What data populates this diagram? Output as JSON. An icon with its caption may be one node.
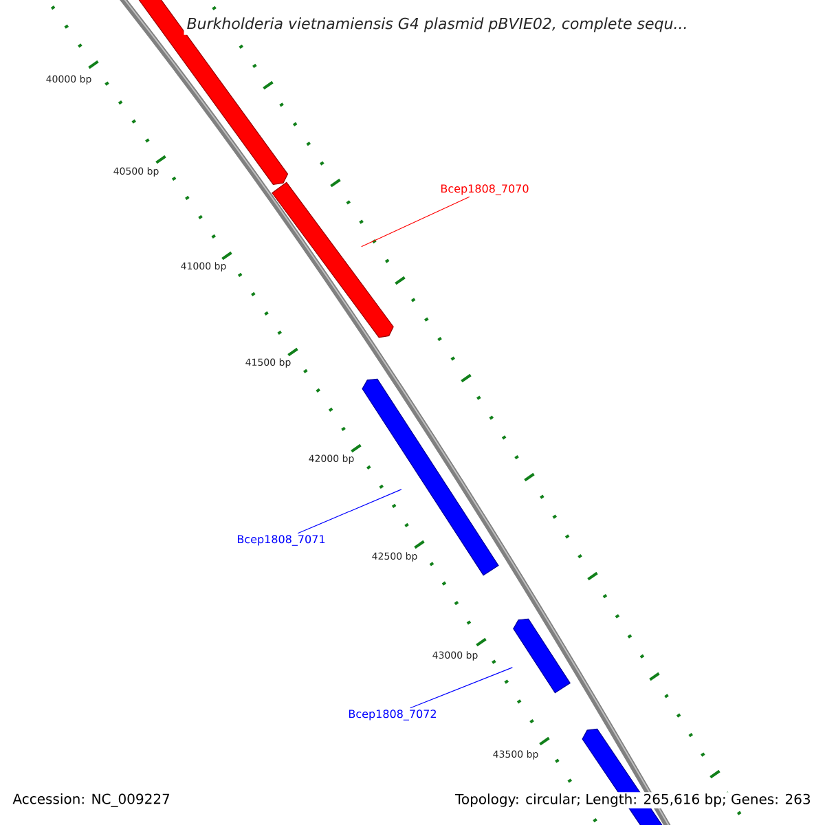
{
  "diagram": {
    "title": "Burkholderia vietnamiensis G4 plasmid pBVIE02, complete sequ...",
    "nodes": [
      {
        "text": [],
        "shape": "bar"
      },
      {
        "text": [],
        "shape": "bar"
      },
      {
        "text": [
          "Bcep1808_7070"
        ]
      },
      {
        "text": [],
        "shape": "bar"
      },
      {
        "text": [
          "Bcep1808_7071"
        ]
      },
      {
        "text": [],
        "shape": "bar"
      },
      {
        "text": [
          "Bcep1808_7072"
        ]
      },
      {
        "text": [],
        "shape": "bar"
      }
    ],
    "edges": [
      {
        "from": 2,
        "to": 1,
        "arrow": "none",
        "color": "#ff0000"
      },
      {
        "from": 4,
        "to": 3,
        "arrow": "none",
        "color": "#0000ff"
      },
      {
        "from": 6,
        "to": 5,
        "arrow": "none",
        "color": "#0000ff"
      }
    ],
    "labels": [
      "40000 bp",
      "40500 bp",
      "41000 bp",
      "41500 bp",
      "42000 bp",
      "42500 bp",
      "43000 bp",
      "43500 bp",
      "Accession: NC_009227",
      "Topology: circular; Length: 265,616 bp; Genes: 263"
    ]
  }
}
